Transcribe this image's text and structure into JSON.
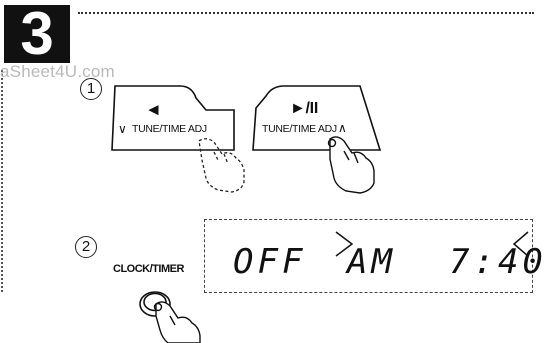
{
  "step": {
    "number": "3"
  },
  "watermark": "aSheet4U.com",
  "step1": {
    "marker": "1",
    "button_prev": {
      "arrow": "◄",
      "caption": "TUNE/TIME ADJ",
      "direction_mark": "∨"
    },
    "button_next": {
      "arrow": "►/II",
      "caption": "TUNE/TIME ADJ",
      "direction_mark": "∧"
    }
  },
  "step2": {
    "marker": "2",
    "clock_button_label": "CLOCK/TIMER",
    "display": {
      "segment_1": "OFF",
      "segment_2": "AM",
      "segment_3": "7:40"
    }
  }
}
